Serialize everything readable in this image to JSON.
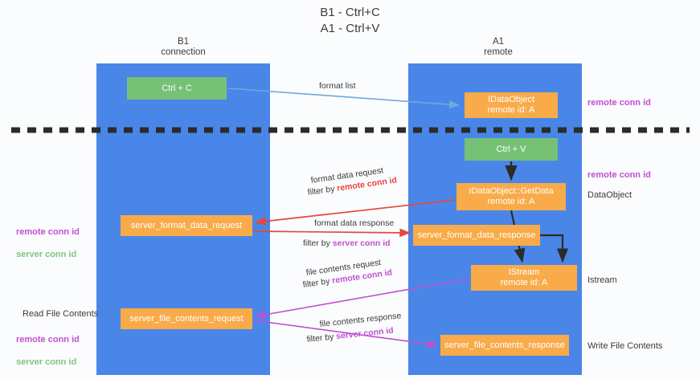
{
  "title": "B1 - Ctrl+C\nA1 - Ctrl+V",
  "lanes": [
    {
      "id": "b1",
      "header": "B1\nconnection"
    },
    {
      "id": "a1",
      "header": "A1\nremote"
    }
  ],
  "nodes": {
    "ctrl_c": "Ctrl + C",
    "idataobject": "IDataObject\nremote id: A",
    "ctrl_v": "Ctrl + V",
    "getdata": "IDataObject::GetData\nremote id: A",
    "server_format_data_request": "server_format_data_request",
    "server_format_data_response": "server_format_data_response",
    "istream": "IStream\nremote id: A",
    "server_file_contents_request": "server_file_contents_request",
    "server_file_contents_response": "server_file_contents_response"
  },
  "edge_labels": {
    "format_list": "format list",
    "format_data_request": "format data request",
    "format_data_request_filter_prefix": "filter by ",
    "format_data_request_filter_key": "remote conn id",
    "format_data_response": "format data response",
    "format_data_response_filter_prefix": "filter by ",
    "format_data_response_filter_key": "server conn id",
    "file_contents_request": "file contents request",
    "file_contents_request_filter_prefix": "filter by ",
    "file_contents_request_filter_key": "remote conn id",
    "file_contents_response": "file contents response",
    "file_contents_response_filter_prefix": "filter by ",
    "file_contents_response_filter_key": "server conn id"
  },
  "right_notes": {
    "remote_conn_id_top": "remote conn id",
    "remote_conn_id_mid": "remote conn id",
    "dataobject": "DataObject",
    "istream": "Istream",
    "write_file_contents": "Write File Contents"
  },
  "left_notes": {
    "remote_conn_id": "remote conn id",
    "server_conn_id": "server conn id",
    "read_file_contents": "Read File Contents",
    "remote_conn_id_2": "remote conn id",
    "server_conn_id_2": "server conn id"
  },
  "colors": {
    "lane": "#4a86e8",
    "green_node": "#76c176",
    "orange_node": "#f9ab49",
    "remote_conn_id": "#c050d0",
    "server_conn_id": "#7fc47f",
    "red_arrow": "#e8453c",
    "purple_arrow": "#c050d0",
    "blue_arrow": "#6fa8dc",
    "divider": "#3b3b3b",
    "background": "#fbfcfe"
  }
}
